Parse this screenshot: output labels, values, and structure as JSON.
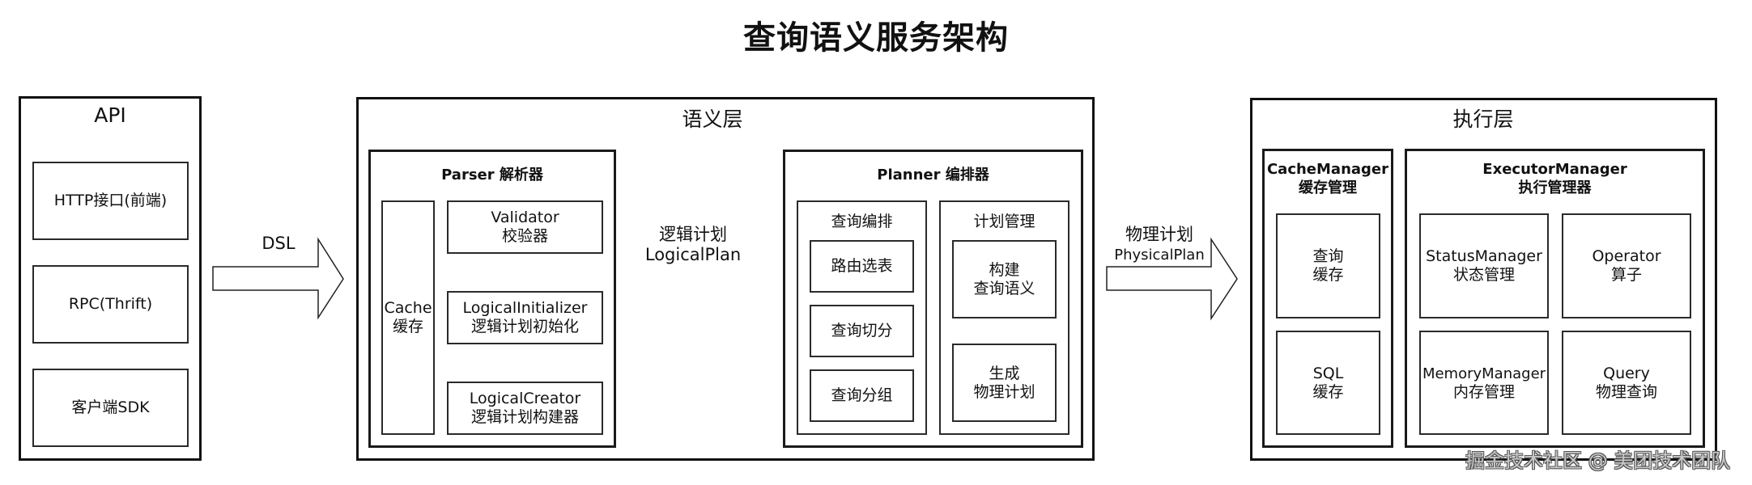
{
  "title": "查询语义服务架构",
  "api_layer": {
    "label": "API",
    "items": [
      "HTTP接口(前端)",
      "RPC(Thrift)",
      "客户端SDK"
    ]
  },
  "arrows": [
    {
      "lines": [
        "DSL"
      ]
    },
    {
      "lines": [
        "逻辑计划",
        "LogicalPlan"
      ]
    },
    {
      "lines": [
        "物理计划",
        "PhysicalPlan"
      ]
    }
  ],
  "semantic_layer": {
    "label": "语义层",
    "parser": {
      "title": "Parser 解析器",
      "cache": {
        "lines": [
          "Cache",
          "缓存"
        ]
      },
      "components": [
        {
          "lines": [
            "Validator",
            "校验器"
          ]
        },
        {
          "lines": [
            "LogicalInitializer",
            "逻辑计划初始化"
          ]
        },
        {
          "lines": [
            "LogicalCreator",
            "逻辑计划构建器"
          ]
        }
      ]
    },
    "planner": {
      "title": "Planner 编排器",
      "groups": [
        {
          "title": "查询编排",
          "items": [
            [
              "路由选表"
            ],
            [
              "查询切分"
            ],
            [
              "查询分组"
            ]
          ]
        },
        {
          "title": "计划管理",
          "items": [
            [
              "构建",
              "查询语义"
            ],
            [
              "生成",
              "物理计划"
            ]
          ]
        }
      ]
    }
  },
  "execution_layer": {
    "label": "执行层",
    "cache_manager": {
      "title_lines": [
        "CacheManager",
        "缓存管理"
      ],
      "items": [
        [
          "查询",
          "缓存"
        ],
        [
          "SQL",
          "缓存"
        ]
      ]
    },
    "executor_manager": {
      "title_lines": [
        "ExecutorManager",
        "执行管理器"
      ],
      "items": [
        [
          "StatusManager",
          "状态管理"
        ],
        [
          "Operator",
          "算子"
        ],
        [
          "MemoryManager",
          "内存管理"
        ],
        [
          "Query",
          "物理查询"
        ]
      ]
    }
  },
  "watermark": "掘金技术社区 @ 美团技术团队"
}
